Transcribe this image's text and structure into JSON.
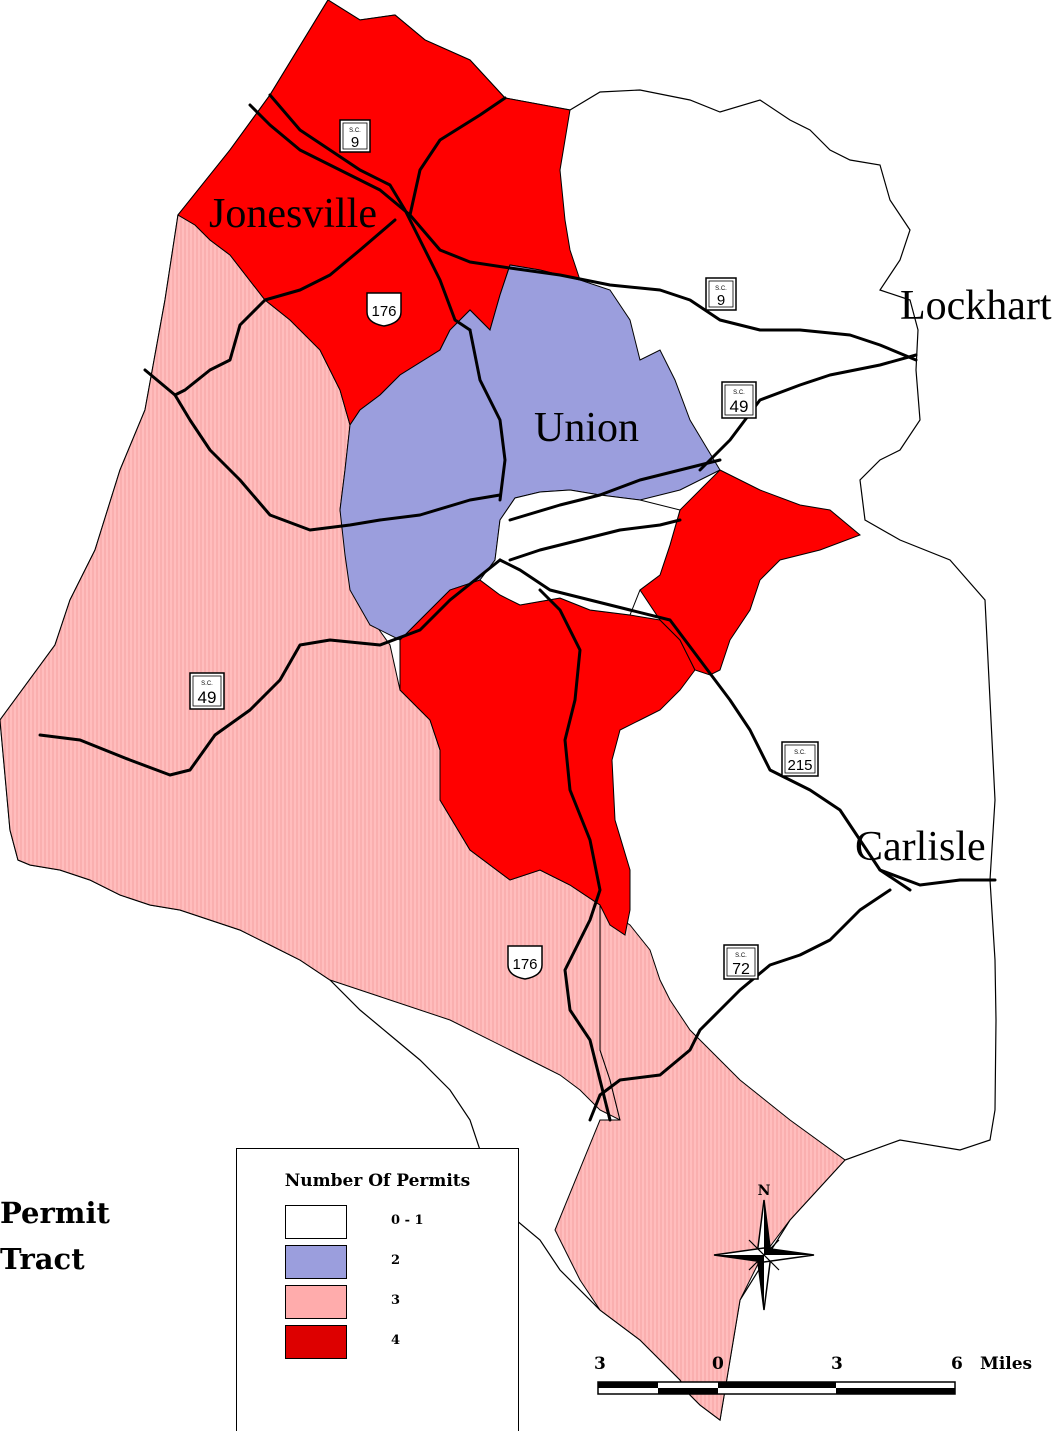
{
  "map": {
    "towns": [
      {
        "id": "jonesville",
        "name": "Jonesville"
      },
      {
        "id": "lockhart",
        "name": "Lockhart"
      },
      {
        "id": "union",
        "name": "Union"
      },
      {
        "id": "carlisle",
        "name": "Carlisle"
      }
    ],
    "route_shields": [
      {
        "id": "sc9-north",
        "type": "S.C.",
        "number": "9"
      },
      {
        "id": "sc9-east",
        "type": "S.C.",
        "number": "9"
      },
      {
        "id": "us176-north",
        "type": "US",
        "number": "176"
      },
      {
        "id": "sc49-east",
        "type": "S.C.",
        "number": "49"
      },
      {
        "id": "sc49-west",
        "type": "S.C.",
        "number": "49"
      },
      {
        "id": "sc215",
        "type": "S.C.",
        "number": "215"
      },
      {
        "id": "us176-south",
        "type": "US",
        "number": "176"
      },
      {
        "id": "sc72",
        "type": "S.C.",
        "number": "72"
      }
    ],
    "title_fragment": [
      "Permit",
      "Tract"
    ],
    "colors": {
      "class_0_1": "#ffffff",
      "class_2": "#9b9edd",
      "class_3": "#ffb3b3",
      "class_4": "#ff0000",
      "road": "#000000",
      "boundary": "#000000"
    }
  },
  "legend": {
    "title": "Number Of Permits",
    "items": [
      {
        "label": "0 - 1",
        "color": "#ffffff"
      },
      {
        "label": "2",
        "color": "#9b9edd"
      },
      {
        "label": "3",
        "color": "#ffacac"
      },
      {
        "label": "4",
        "color": "#dd0000"
      }
    ]
  },
  "north_arrow": {
    "label": "N"
  },
  "scale_bar": {
    "ticks": [
      "3",
      "0",
      "3",
      "6"
    ],
    "unit": "Miles"
  }
}
